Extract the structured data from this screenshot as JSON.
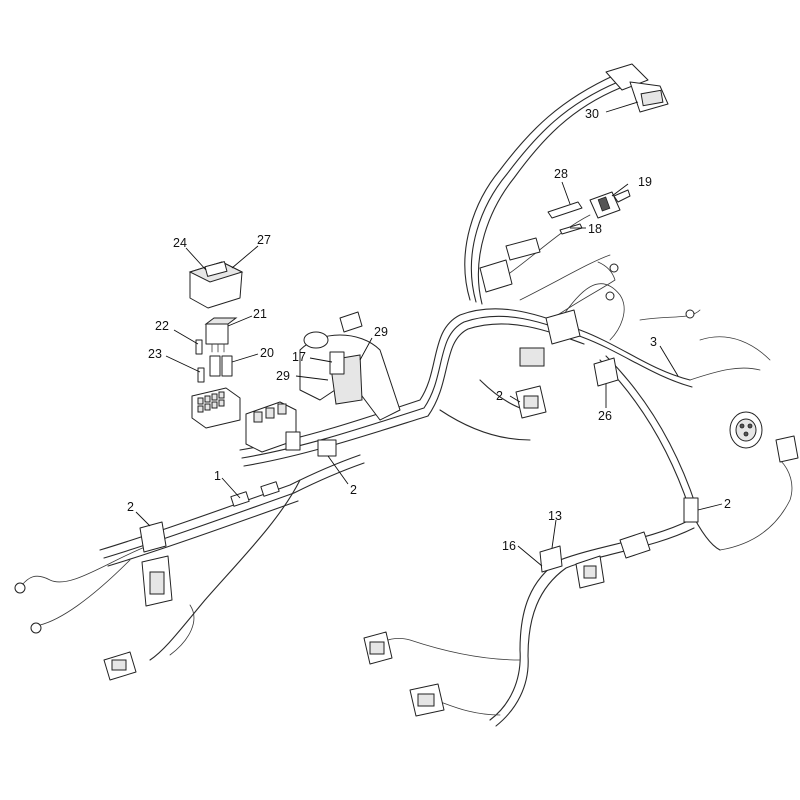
{
  "callouts": [
    {
      "id": "30",
      "text": "30"
    },
    {
      "id": "28",
      "text": "28"
    },
    {
      "id": "19",
      "text": "19"
    },
    {
      "id": "18",
      "text": "18"
    },
    {
      "id": "24",
      "text": "24"
    },
    {
      "id": "27",
      "text": "27"
    },
    {
      "id": "21",
      "text": "21"
    },
    {
      "id": "22",
      "text": "22"
    },
    {
      "id": "20",
      "text": "20"
    },
    {
      "id": "23",
      "text": "23"
    },
    {
      "id": "29a",
      "text": "29"
    },
    {
      "id": "17",
      "text": "17"
    },
    {
      "id": "29b",
      "text": "29"
    },
    {
      "id": "3",
      "text": "3"
    },
    {
      "id": "2a",
      "text": "2"
    },
    {
      "id": "26",
      "text": "26"
    },
    {
      "id": "2b",
      "text": "2"
    },
    {
      "id": "1",
      "text": "1"
    },
    {
      "id": "2c",
      "text": "2"
    },
    {
      "id": "2d",
      "text": "2"
    },
    {
      "id": "13",
      "text": "13"
    },
    {
      "id": "16",
      "text": "16"
    }
  ]
}
